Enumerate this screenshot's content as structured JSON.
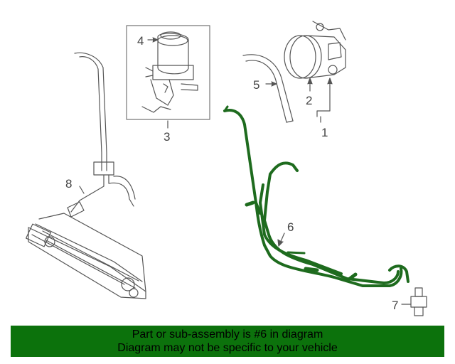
{
  "callouts": {
    "c1": "1",
    "c2": "2",
    "c3": "3",
    "c4": "4",
    "c5": "5",
    "c6": "6",
    "c7": "7",
    "c8": "8"
  },
  "highlight_color": "#1e6b1e",
  "banner": {
    "line1": "Part or sub-assembly is #6 in diagram",
    "line2": "Diagram may not be specific to your vehicle",
    "background": "#0c720c"
  }
}
